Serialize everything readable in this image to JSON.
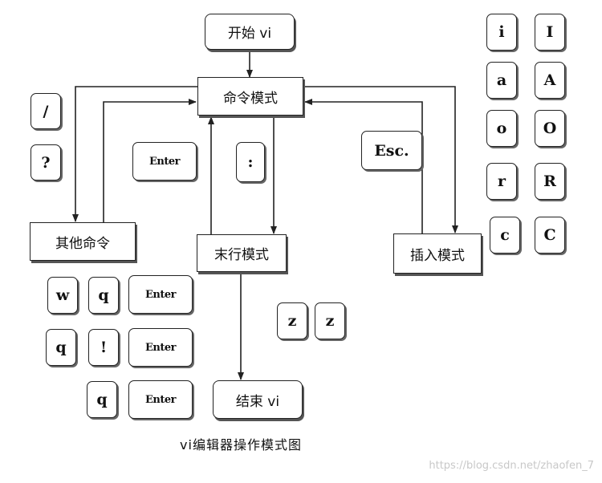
{
  "nodes": {
    "start_vi": "开始 vi",
    "command_mode": "命令模式",
    "other_commands": "其他命令",
    "last_line_mode": "末行模式",
    "insert_mode": "插入模式",
    "end_vi": "结束 vi"
  },
  "keys": {
    "slash": "/",
    "question": "?",
    "enter": "Enter",
    "colon": ":",
    "esc": "Esc.",
    "i_lower": "i",
    "i_upper": "I",
    "a_lower": "a",
    "a_upper": "A",
    "o_lower": "o",
    "o_upper": "O",
    "r_lower": "r",
    "r_upper": "R",
    "c_lower": "c",
    "c_upper": "C",
    "w": "w",
    "q": "q",
    "bang": "!",
    "z": "z"
  },
  "caption": "vi编辑器操作模式图",
  "watermark": "https://blog.csdn.net/zhaofen_7"
}
